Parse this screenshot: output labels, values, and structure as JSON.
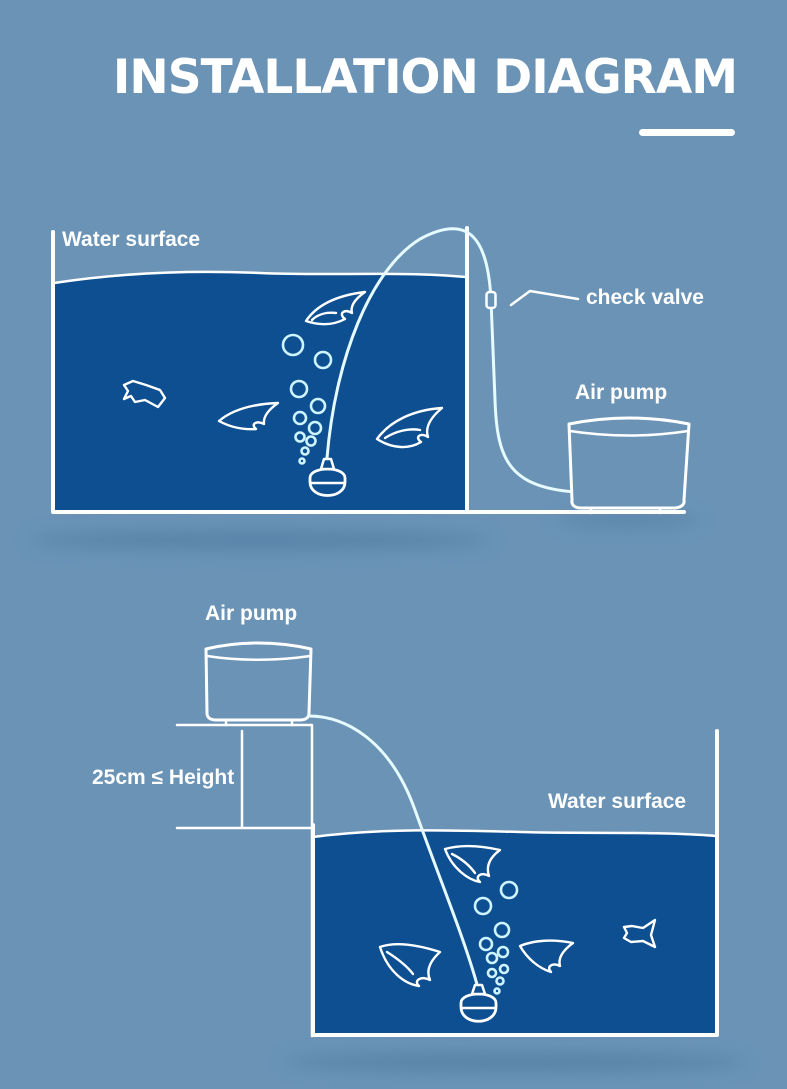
{
  "title": "INSTALLATION DIAGRAM",
  "colors": {
    "background": "#6a93b6",
    "water": "#0d4f91",
    "lines": "#ffffff"
  },
  "top_diagram": {
    "water_surface_label": "Water surface",
    "check_valve_label": "check valve",
    "air_pump_label": "Air pump"
  },
  "bottom_diagram": {
    "air_pump_label": "Air pump",
    "height_label": "25cm ≤ Height",
    "water_surface_label": "Water surface"
  }
}
